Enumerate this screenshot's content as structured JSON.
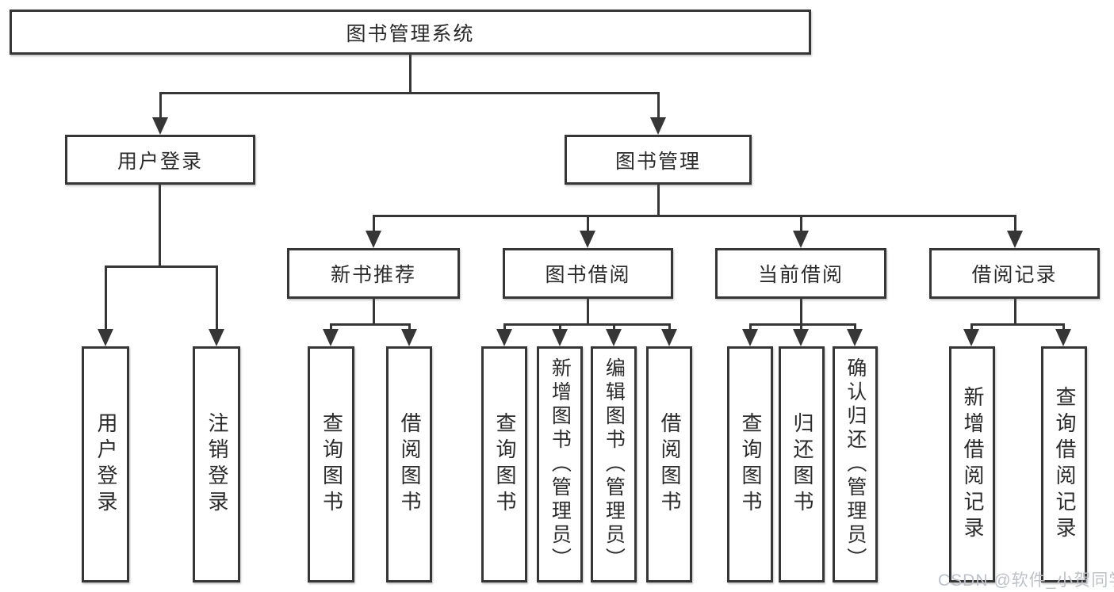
{
  "tree": {
    "root": {
      "label": "图书管理系统"
    },
    "branches": [
      {
        "label": "用户登录",
        "children": [
          {
            "label": "用户登录"
          },
          {
            "label": "注销登录"
          }
        ]
      },
      {
        "label": "图书管理",
        "children": [
          {
            "label": "新书推荐",
            "children": [
              {
                "label": "查询图书"
              },
              {
                "label": "借阅图书"
              }
            ]
          },
          {
            "label": "图书借阅",
            "children": [
              {
                "label": "查询图书"
              },
              {
                "label": "新增图书（管理员）"
              },
              {
                "label": "编辑图书（管理员）"
              },
              {
                "label": "借阅图书"
              }
            ]
          },
          {
            "label": "当前借阅",
            "children": [
              {
                "label": "查询图书"
              },
              {
                "label": "归还图书"
              },
              {
                "label": "确认归还（管理员）"
              }
            ]
          },
          {
            "label": "借阅记录",
            "children": [
              {
                "label": "新增借阅记录"
              },
              {
                "label": "查询借阅记录"
              }
            ]
          }
        ]
      }
    ]
  },
  "watermark": {
    "text": "CSDN @软件_小贺同学"
  },
  "colors": {
    "line": "#363636",
    "box_border": "#363636",
    "text": "#2b2b2b",
    "background": "#ffffff",
    "watermark": "#bdc1c8"
  }
}
